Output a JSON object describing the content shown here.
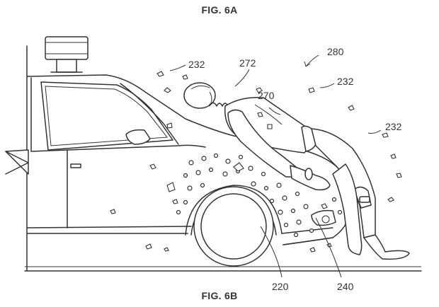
{
  "figure": {
    "top_label": "FIG. 6A",
    "bottom_label": "FIG. 6B"
  },
  "callouts": {
    "system": "280",
    "debris_left": "232",
    "debris_mid": "232",
    "debris_right": "232",
    "head": "272",
    "pedestrian": "270",
    "hood_layer": "220",
    "front_layer": "240"
  },
  "colors": {
    "ink": "#333333",
    "background": "#ffffff"
  }
}
